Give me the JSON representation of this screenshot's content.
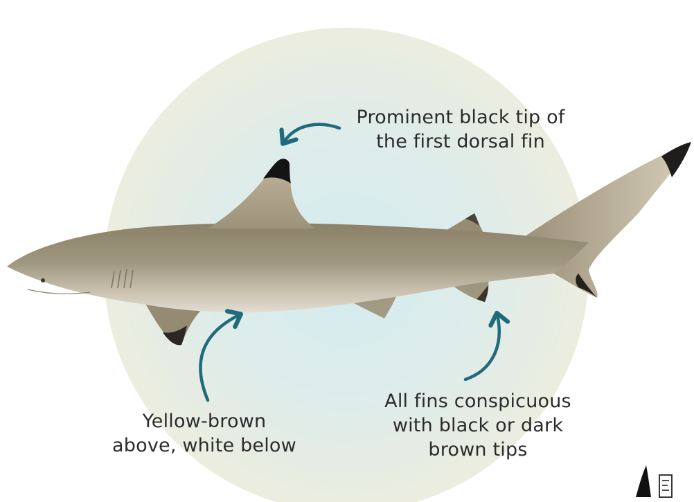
{
  "annotations": {
    "dorsal_tip": [
      "Prominent black tip of",
      "the first dorsal fin"
    ],
    "coloration": [
      "Yellow-brown",
      "above, white below"
    ],
    "fin_tips": [
      "All fins conspicuous",
      "with black or dark",
      "brown tips"
    ]
  },
  "colors": {
    "background_circle": "#e6ece4",
    "background_circle_center": "#d6ecef",
    "shark_body": "#9a9078",
    "shark_back": "#8a8068",
    "shark_belly": "#d8d2c4",
    "fin_tip": "#1d1d1d",
    "arrow": "#1f6b7c",
    "text": "#2b2b2b"
  },
  "icons": [
    "fin-logo-icon",
    "document-icon"
  ]
}
